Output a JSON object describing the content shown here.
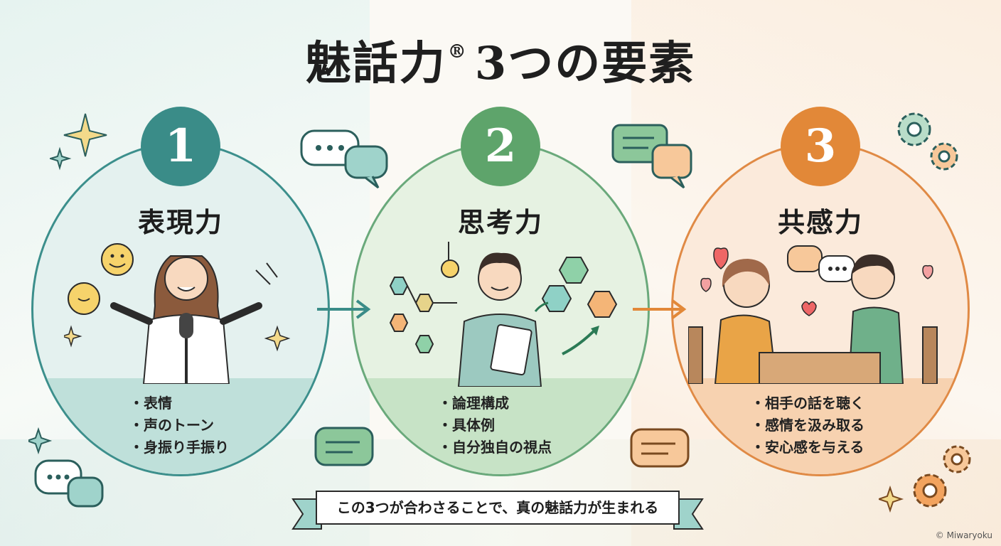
{
  "title": {
    "main": "魅話力",
    "mark": "®",
    "rest": "3つの要素"
  },
  "elements": [
    {
      "number": "1",
      "title": "表現力",
      "bullets": [
        "表情",
        "声のトーン",
        "身振り手振り"
      ]
    },
    {
      "number": "2",
      "title": "思考力",
      "bullets": [
        "論理構成",
        "具体例",
        "自分独自の視点"
      ]
    },
    {
      "number": "3",
      "title": "共感力",
      "bullets": [
        "相手の話を聴く",
        "感情を汲み取る",
        "安心感を与える"
      ]
    }
  ],
  "banner": "この3つが合わさることで、真の魅話力が生まれる",
  "copyright": "© Miwaryoku",
  "colors": {
    "teal": "#3a8c88",
    "green": "#5ea46b",
    "orange": "#e28838"
  }
}
